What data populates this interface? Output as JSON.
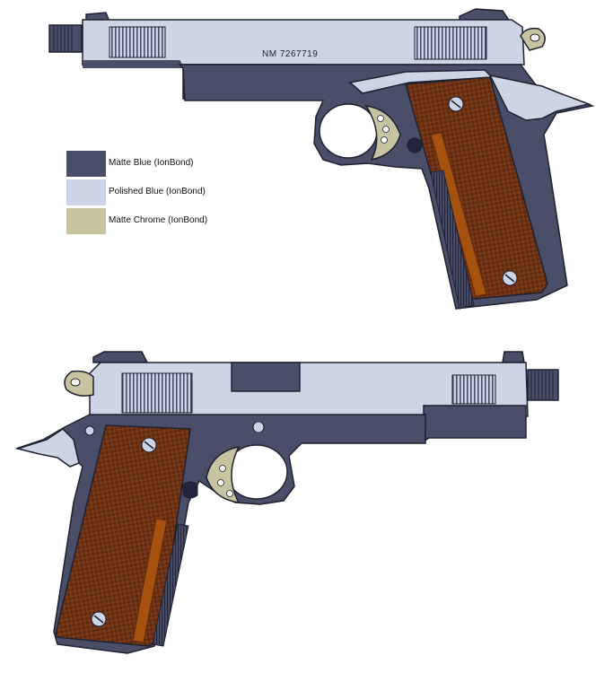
{
  "serial_number": "NM  7267719",
  "legend": [
    {
      "label": "Matte Blue (IonBond)",
      "color": "#4a4e68"
    },
    {
      "label": "Polished Blue (IonBond)",
      "color": "#ccd4e6"
    },
    {
      "label": "Matte Chrome (IonBond)",
      "color": "#c8c4a2"
    }
  ],
  "colors": {
    "grip_wood": "#7a3a18",
    "grip_dark": "#5e2a10",
    "grip_panel_highlight": "#a5520f",
    "outline": "#1e2130",
    "background": "#ffffff"
  },
  "views": [
    "right-side-view",
    "left-side-view"
  ]
}
